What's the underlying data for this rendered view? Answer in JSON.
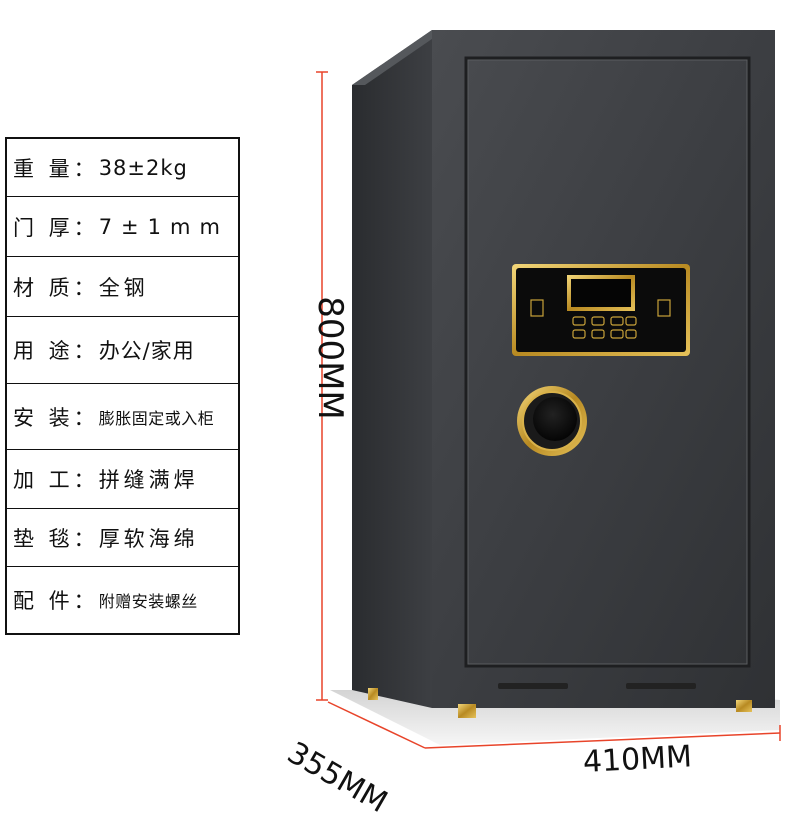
{
  "specs": [
    {
      "label": "重 量：",
      "value": "38±2kg"
    },
    {
      "label": "门 厚：",
      "value": "7±1mm"
    },
    {
      "label": "材 质：",
      "value": " 全钢"
    },
    {
      "label": "用 途：",
      "value": "办公/家用"
    },
    {
      "label": "安 装：",
      "value": "膨胀固定或入柜"
    },
    {
      "label": "加 工：",
      "value": " 拼缝满焊"
    },
    {
      "label": "垫 毯：",
      "value": " 厚软海绵"
    },
    {
      "label": "配 件：",
      "value": "附赠安装螺丝"
    }
  ],
  "dimensions": {
    "height": "800MM",
    "depth": "355MM",
    "width": "410MM"
  },
  "colors": {
    "dimension_line": "#e8442a",
    "safe_body": "#3a3c3f",
    "gold_trim": "#c9a23a"
  }
}
